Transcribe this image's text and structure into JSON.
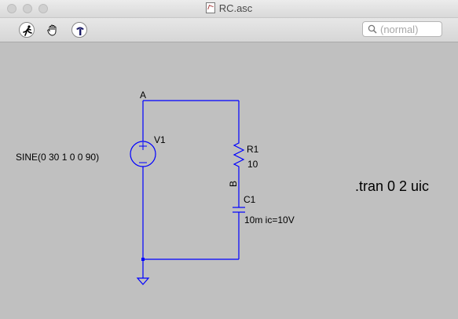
{
  "window": {
    "title": "RC.asc"
  },
  "search": {
    "placeholder": "(normal)"
  },
  "toolbar": {
    "tools": [
      {
        "icon": "running-man-icon"
      },
      {
        "icon": "hand-icon"
      },
      {
        "icon": "hammer-icon"
      }
    ]
  },
  "schematic": {
    "nodes": {
      "a": "A",
      "b": "B"
    },
    "source": {
      "name": "V1",
      "value": "SINE(0 30 1 0 0 90)"
    },
    "resistor": {
      "name": "R1",
      "value": "10"
    },
    "capacitor": {
      "name": "C1",
      "value": "10m ic=10V"
    },
    "directive": ".tran 0 2 uic",
    "colors": {
      "wire": "#0000ff",
      "background": "#c0c0c0"
    }
  }
}
